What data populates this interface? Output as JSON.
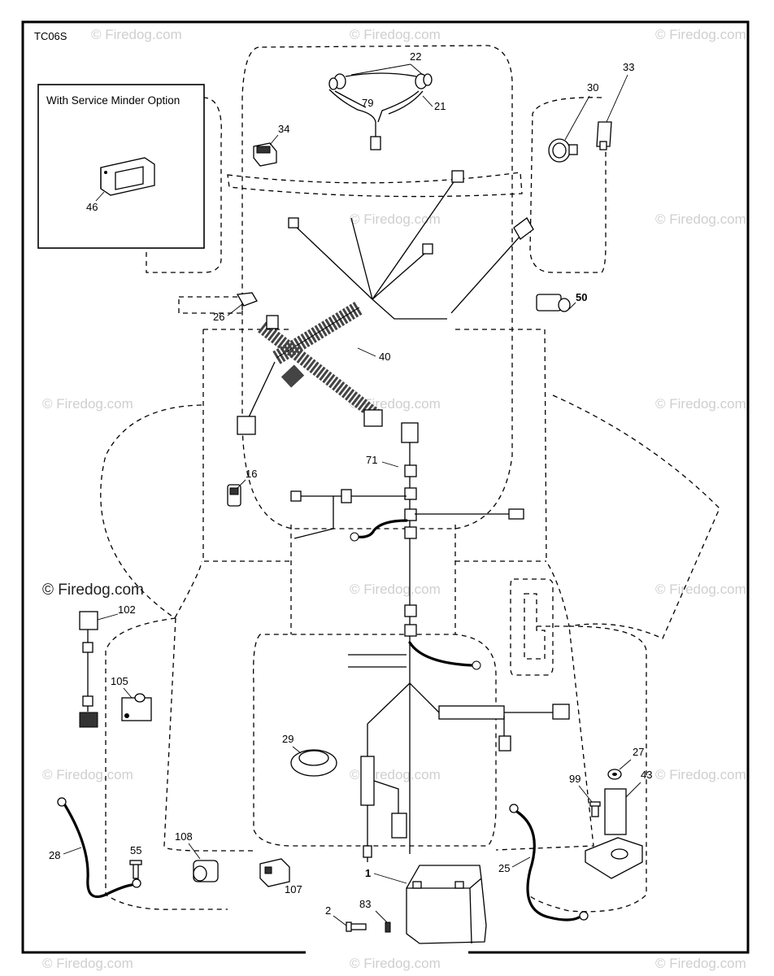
{
  "diagram_code": "TC06S",
  "inset": {
    "title": "With Service Minder Option",
    "part": "46"
  },
  "watermark": "© Firedog.com",
  "callouts": {
    "c22": "22",
    "c79": "79",
    "c21": "21",
    "c33": "33",
    "c30": "30",
    "c34": "34",
    "c50": "50",
    "c26": "26",
    "c40": "40",
    "c16": "16",
    "c71": "71",
    "c102": "102",
    "c105": "105",
    "c29": "29",
    "c27": "27",
    "c99": "99",
    "c43": "43",
    "c28": "28",
    "c55": "55",
    "c108": "108",
    "c107": "107",
    "c1": "1",
    "c83": "83",
    "c2": "2",
    "c25": "25"
  }
}
